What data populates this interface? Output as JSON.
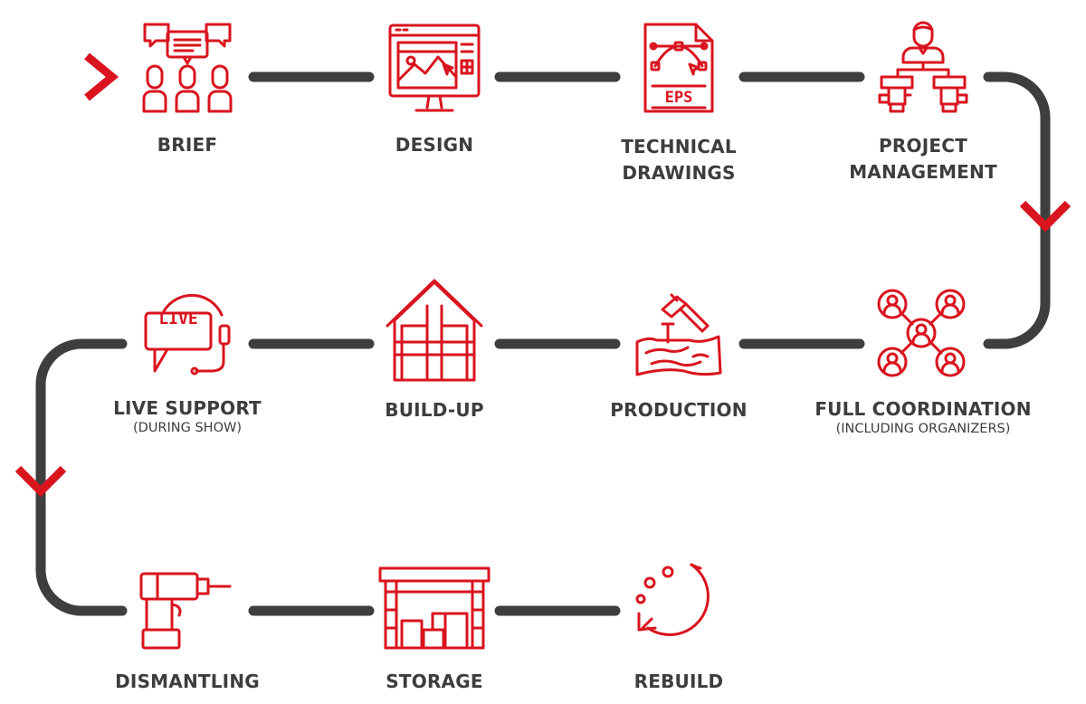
{
  "colors": {
    "accent": "#d9141e",
    "connector": "#3e3e3e",
    "text": "#3d3d3d"
  },
  "steps": [
    {
      "id": "brief",
      "icon": "meeting-people-chat-icon",
      "title_lines": [
        "BRIEF"
      ]
    },
    {
      "id": "design",
      "icon": "monitor-design-app-icon",
      "title_lines": [
        "DESIGN"
      ]
    },
    {
      "id": "technical-drawings",
      "icon": "eps-vector-file-icon",
      "title_lines": [
        "TECHNICAL",
        "DRAWINGS"
      ]
    },
    {
      "id": "project-management",
      "icon": "org-chart-manager-icon",
      "title_lines": [
        "PROJECT",
        "MANAGEMENT"
      ]
    },
    {
      "id": "full-coordination",
      "icon": "network-people-icon",
      "title_lines": [
        "FULL COORDINATION"
      ],
      "subtitle": "(INCLUDING ORGANIZERS)"
    },
    {
      "id": "production",
      "icon": "hammer-wood-icon",
      "title_lines": [
        "PRODUCTION"
      ]
    },
    {
      "id": "build-up",
      "icon": "house-frame-icon",
      "title_lines": [
        "BUILD-UP"
      ]
    },
    {
      "id": "live-support",
      "icon": "live-headset-chat-icon",
      "title_lines": [
        "LIVE SUPPORT"
      ],
      "subtitle": "(DURING SHOW)"
    },
    {
      "id": "dismantling",
      "icon": "power-drill-icon",
      "title_lines": [
        "DISMANTLING"
      ]
    },
    {
      "id": "storage",
      "icon": "warehouse-boxes-icon",
      "title_lines": [
        "STORAGE"
      ]
    },
    {
      "id": "rebuild",
      "icon": "circular-arrow-icon",
      "title_lines": [
        "REBUILD"
      ]
    }
  ],
  "icon_texts": {
    "eps": "EPS",
    "live": "LIVE"
  },
  "start_marker": "chevron-right-icon",
  "turn_markers": [
    "chevron-down-icon",
    "chevron-down-icon"
  ]
}
